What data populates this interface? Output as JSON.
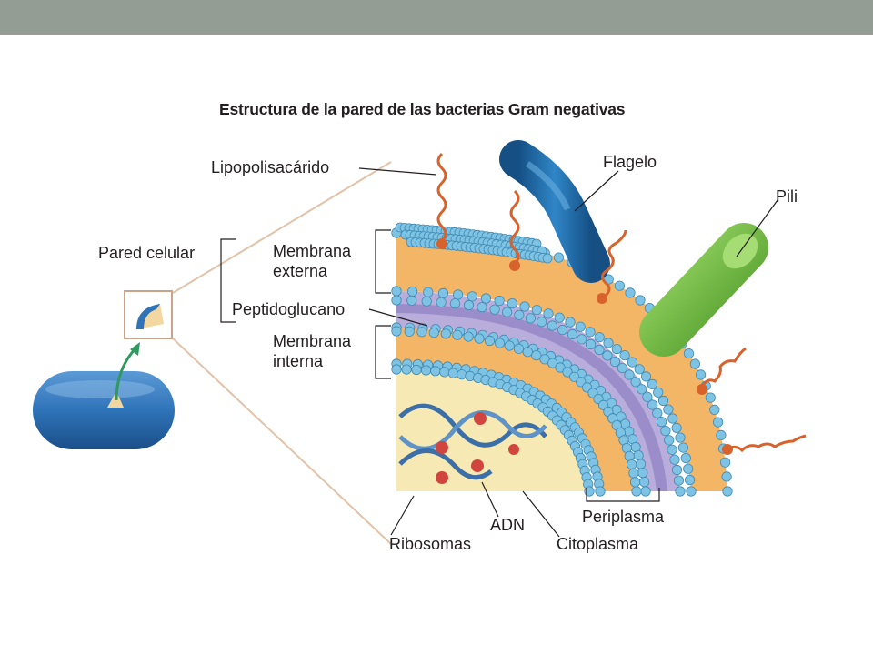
{
  "colors": {
    "top_bar": "#949d94",
    "membrane_head": "#7ec3e3",
    "membrane_tail": "#f4b25c",
    "peptidoglycan": "#9a8cc8",
    "lps": "#d8622c",
    "flagellum": "#1f6fad",
    "pili": "#6cb93c",
    "bacterium": "#2f73b8"
  },
  "title": "Estructura de la pared de las bacterias Gram negativas",
  "labels": {
    "lipopolisacarido": "Lipopolisacárido",
    "flagelo": "Flagelo",
    "pili": "Pili",
    "pared_celular": "Pared celular",
    "membrana_externa_1": "Membrana",
    "membrana_externa_2": "externa",
    "peptidoglucano": "Peptidoglucano",
    "membrana_interna_1": "Membrana",
    "membrana_interna_2": "interna",
    "periplasma": "Periplasma",
    "adn": "ADN",
    "ribosomas": "Ribosomas",
    "citoplasma": "Citoplasma"
  }
}
